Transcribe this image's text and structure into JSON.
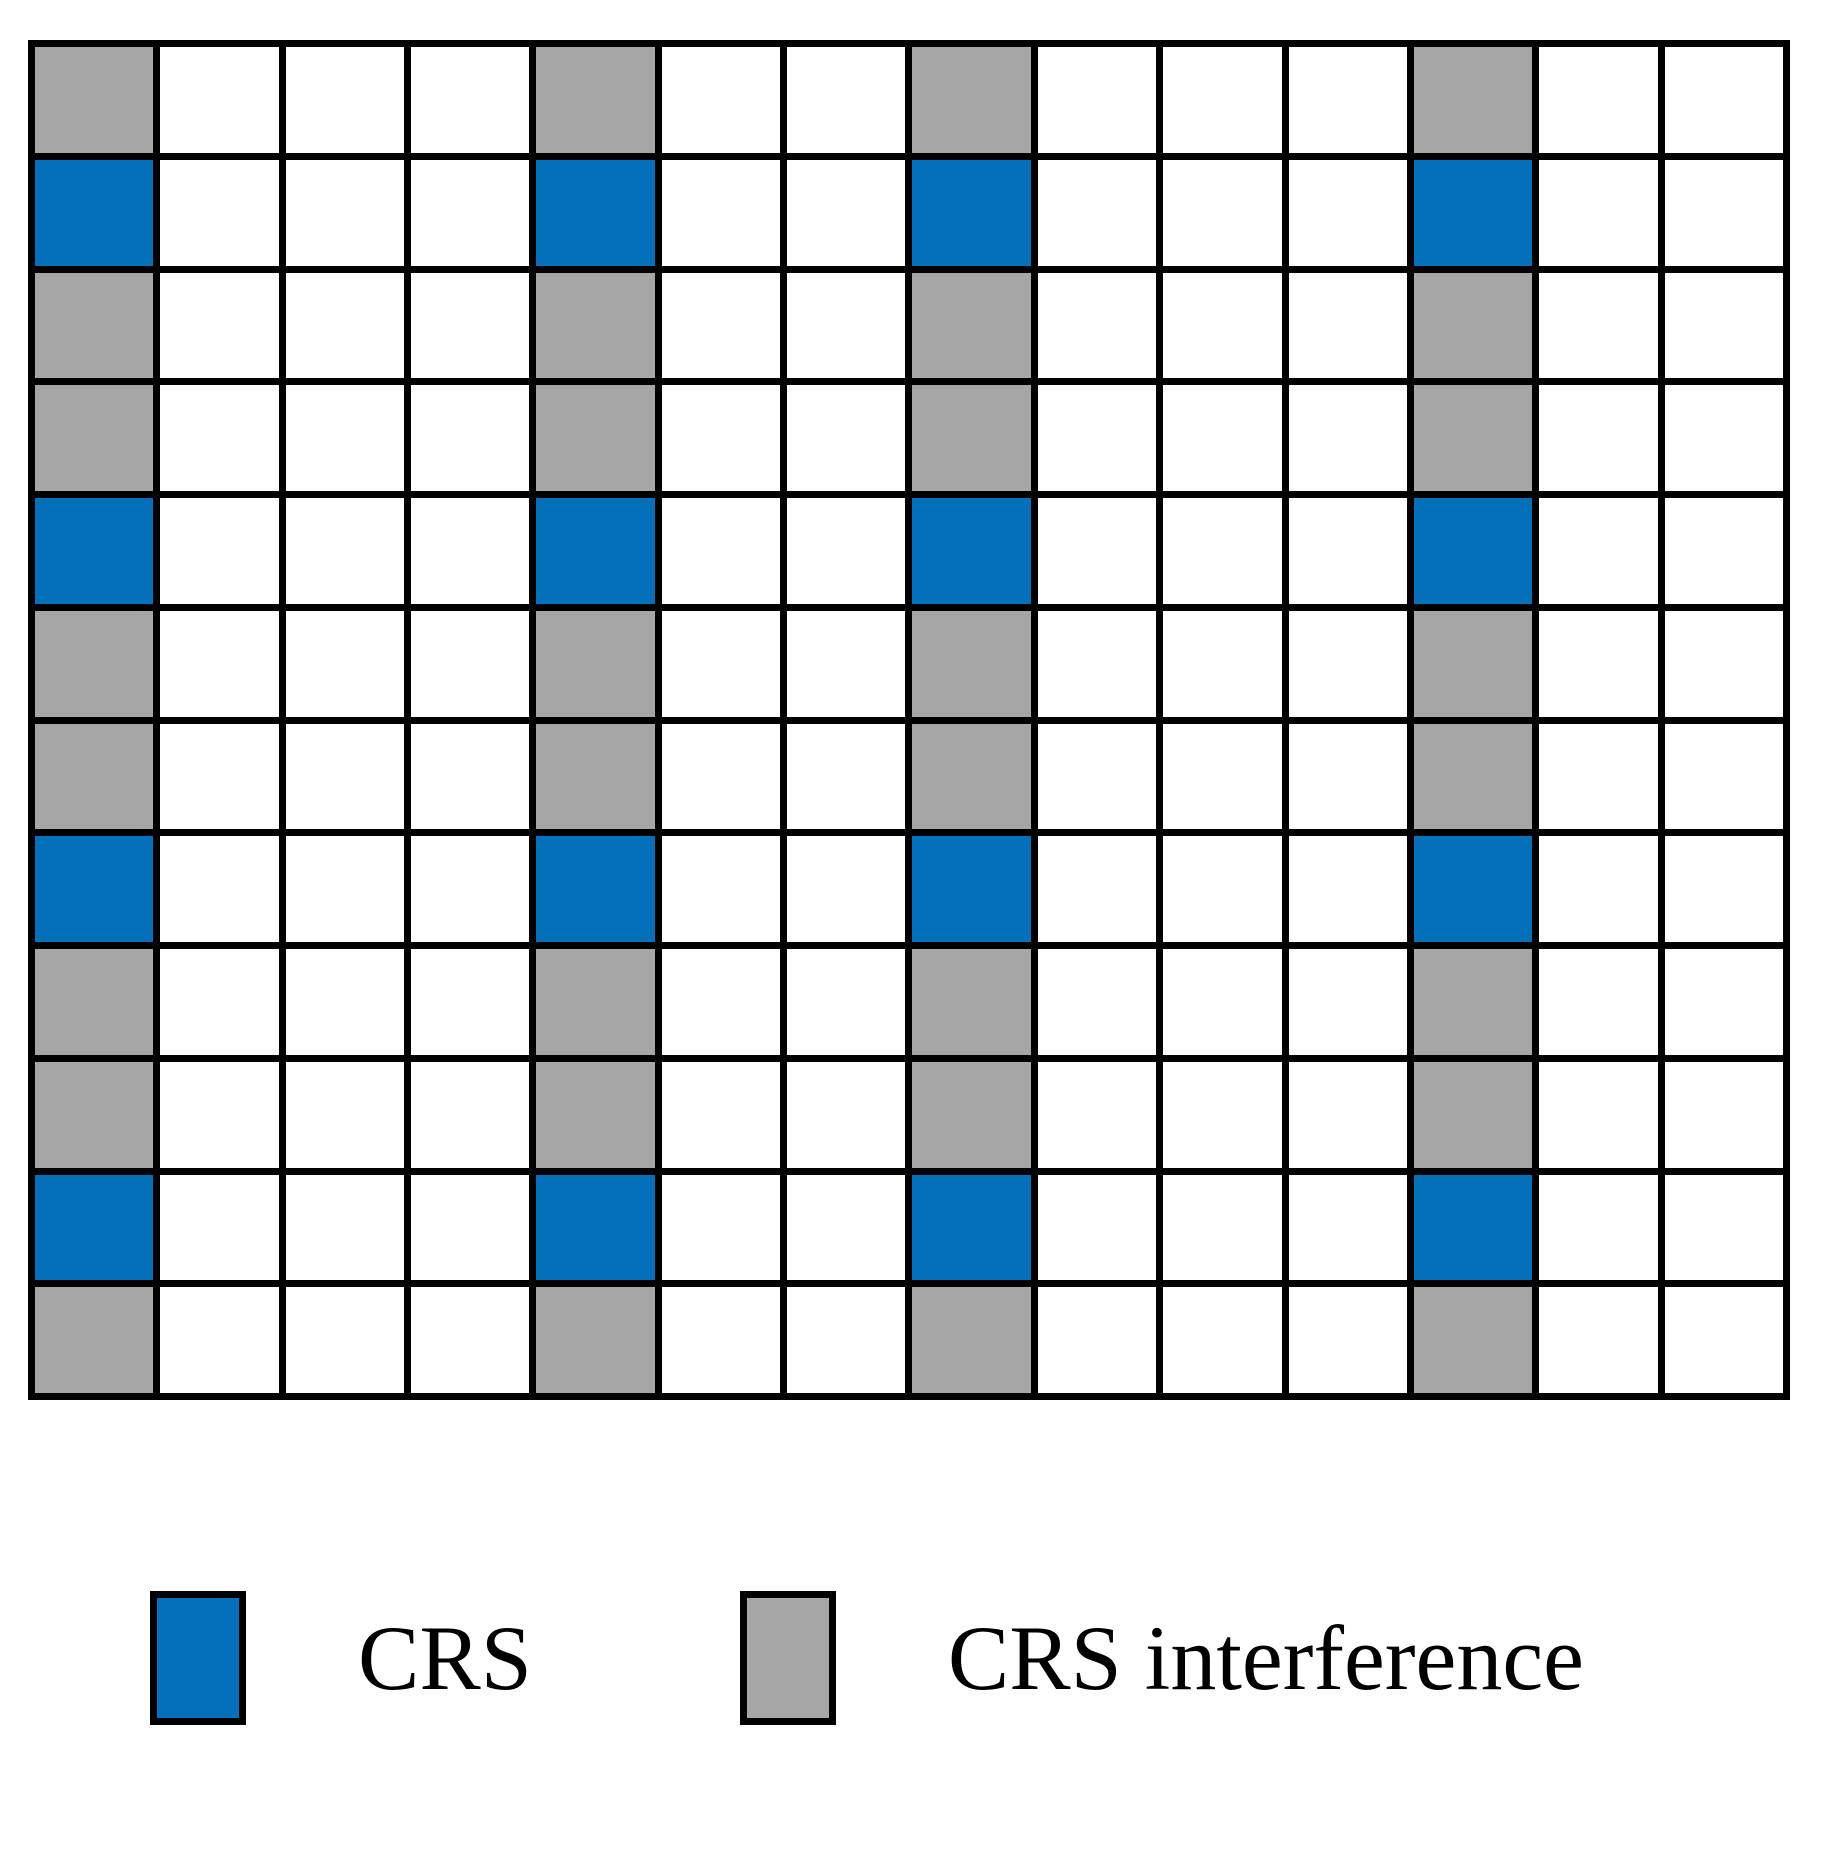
{
  "figure": {
    "type": "resource-grid-diagram",
    "background_color": "#ffffff",
    "grid_line_color": "#000000"
  },
  "chart_data": {
    "type": "heatmap",
    "title": "",
    "xlabel": "",
    "ylabel": "",
    "rows": 12,
    "columns": 14,
    "legend_position": "bottom",
    "categories": [
      "empty",
      "CRS",
      "CRS interference"
    ],
    "category_colors": {
      "empty": "#ffffff",
      "CRS": "#0570ba",
      "CRS interference": "#a6a6a6"
    },
    "marked_columns": [
      0,
      4,
      7,
      11
    ],
    "row_categories": [
      "CRS interference",
      "CRS",
      "CRS interference",
      "CRS interference",
      "CRS",
      "CRS interference",
      "CRS interference",
      "CRS",
      "CRS interference",
      "CRS interference",
      "CRS",
      "CRS interference"
    ],
    "values": [
      [
        "CRS interference",
        "empty",
        "empty",
        "empty",
        "CRS interference",
        "empty",
        "empty",
        "CRS interference",
        "empty",
        "empty",
        "empty",
        "CRS interference",
        "empty",
        "empty"
      ],
      [
        "CRS",
        "empty",
        "empty",
        "empty",
        "CRS",
        "empty",
        "empty",
        "CRS",
        "empty",
        "empty",
        "empty",
        "CRS",
        "empty",
        "empty"
      ],
      [
        "CRS interference",
        "empty",
        "empty",
        "empty",
        "CRS interference",
        "empty",
        "empty",
        "CRS interference",
        "empty",
        "empty",
        "empty",
        "CRS interference",
        "empty",
        "empty"
      ],
      [
        "CRS interference",
        "empty",
        "empty",
        "empty",
        "CRS interference",
        "empty",
        "empty",
        "CRS interference",
        "empty",
        "empty",
        "empty",
        "CRS interference",
        "empty",
        "empty"
      ],
      [
        "CRS",
        "empty",
        "empty",
        "empty",
        "CRS",
        "empty",
        "empty",
        "CRS",
        "empty",
        "empty",
        "empty",
        "CRS",
        "empty",
        "empty"
      ],
      [
        "CRS interference",
        "empty",
        "empty",
        "empty",
        "CRS interference",
        "empty",
        "empty",
        "CRS interference",
        "empty",
        "empty",
        "empty",
        "CRS interference",
        "empty",
        "empty"
      ],
      [
        "CRS interference",
        "empty",
        "empty",
        "empty",
        "CRS interference",
        "empty",
        "empty",
        "CRS interference",
        "empty",
        "empty",
        "empty",
        "CRS interference",
        "empty",
        "empty"
      ],
      [
        "CRS",
        "empty",
        "empty",
        "empty",
        "CRS",
        "empty",
        "empty",
        "CRS",
        "empty",
        "empty",
        "empty",
        "CRS",
        "empty",
        "empty"
      ],
      [
        "CRS interference",
        "empty",
        "empty",
        "empty",
        "CRS interference",
        "empty",
        "empty",
        "CRS interference",
        "empty",
        "empty",
        "empty",
        "CRS interference",
        "empty",
        "empty"
      ],
      [
        "CRS interference",
        "empty",
        "empty",
        "empty",
        "CRS interference",
        "empty",
        "empty",
        "CRS interference",
        "empty",
        "empty",
        "empty",
        "CRS interference",
        "empty",
        "empty"
      ],
      [
        "CRS",
        "empty",
        "empty",
        "empty",
        "CRS",
        "empty",
        "empty",
        "CRS",
        "empty",
        "empty",
        "empty",
        "CRS",
        "empty",
        "empty"
      ],
      [
        "CRS interference",
        "empty",
        "empty",
        "empty",
        "CRS interference",
        "empty",
        "empty",
        "CRS interference",
        "empty",
        "empty",
        "empty",
        "CRS interference",
        "empty",
        "empty"
      ]
    ]
  },
  "legend": {
    "entries": [
      {
        "label": "CRS",
        "color": "#0570ba"
      },
      {
        "label": "CRS interference",
        "color": "#a6a6a6"
      }
    ]
  }
}
